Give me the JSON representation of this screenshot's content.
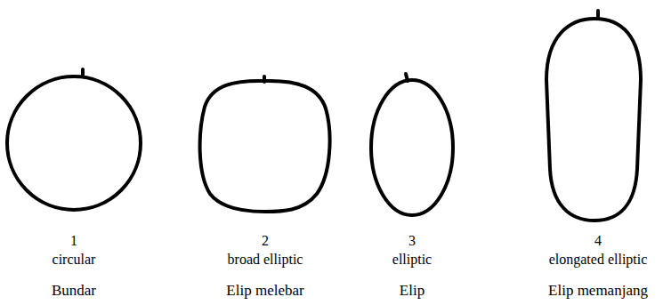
{
  "diagram": {
    "labels": [
      "1",
      "circular",
      "Bundar",
      "2",
      "broad elliptic",
      "Elip melebar",
      "3",
      "elliptic",
      "Elip",
      "4",
      "elongated elliptic",
      "Elip memanjang"
    ]
  }
}
